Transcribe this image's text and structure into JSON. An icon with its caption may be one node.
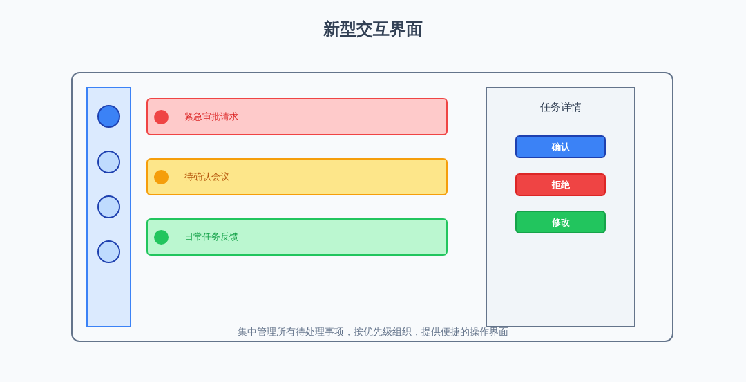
{
  "diagram": {
    "title": "新型交互界面",
    "nodes": [
      {
        "text": [],
        "shape": "box"
      },
      {
        "text": [],
        "shape": "bar",
        "in": 0
      },
      {
        "text": [],
        "shape": "circle",
        "in": 1
      },
      {
        "text": [],
        "shape": "circle",
        "in": 1
      },
      {
        "text": [],
        "shape": "circle",
        "in": 1
      },
      {
        "text": [],
        "shape": "circle",
        "in": 1
      },
      {
        "text": [
          "紧急审批请求"
        ],
        "in": 0
      },
      {
        "text": [
          "待确认会议"
        ],
        "in": 0
      },
      {
        "text": [
          "日常任务反馈"
        ],
        "in": 0
      },
      {
        "text": [
          "任务详情"
        ],
        "in": 0
      },
      {
        "text": [
          "确认"
        ],
        "in": 9
      },
      {
        "text": [
          "拒绝"
        ],
        "in": 9
      },
      {
        "text": [
          "修改"
        ],
        "in": 9
      }
    ],
    "caption": "集中管理所有待处理事项，按优先级组织，提供便捷的操作界面"
  }
}
